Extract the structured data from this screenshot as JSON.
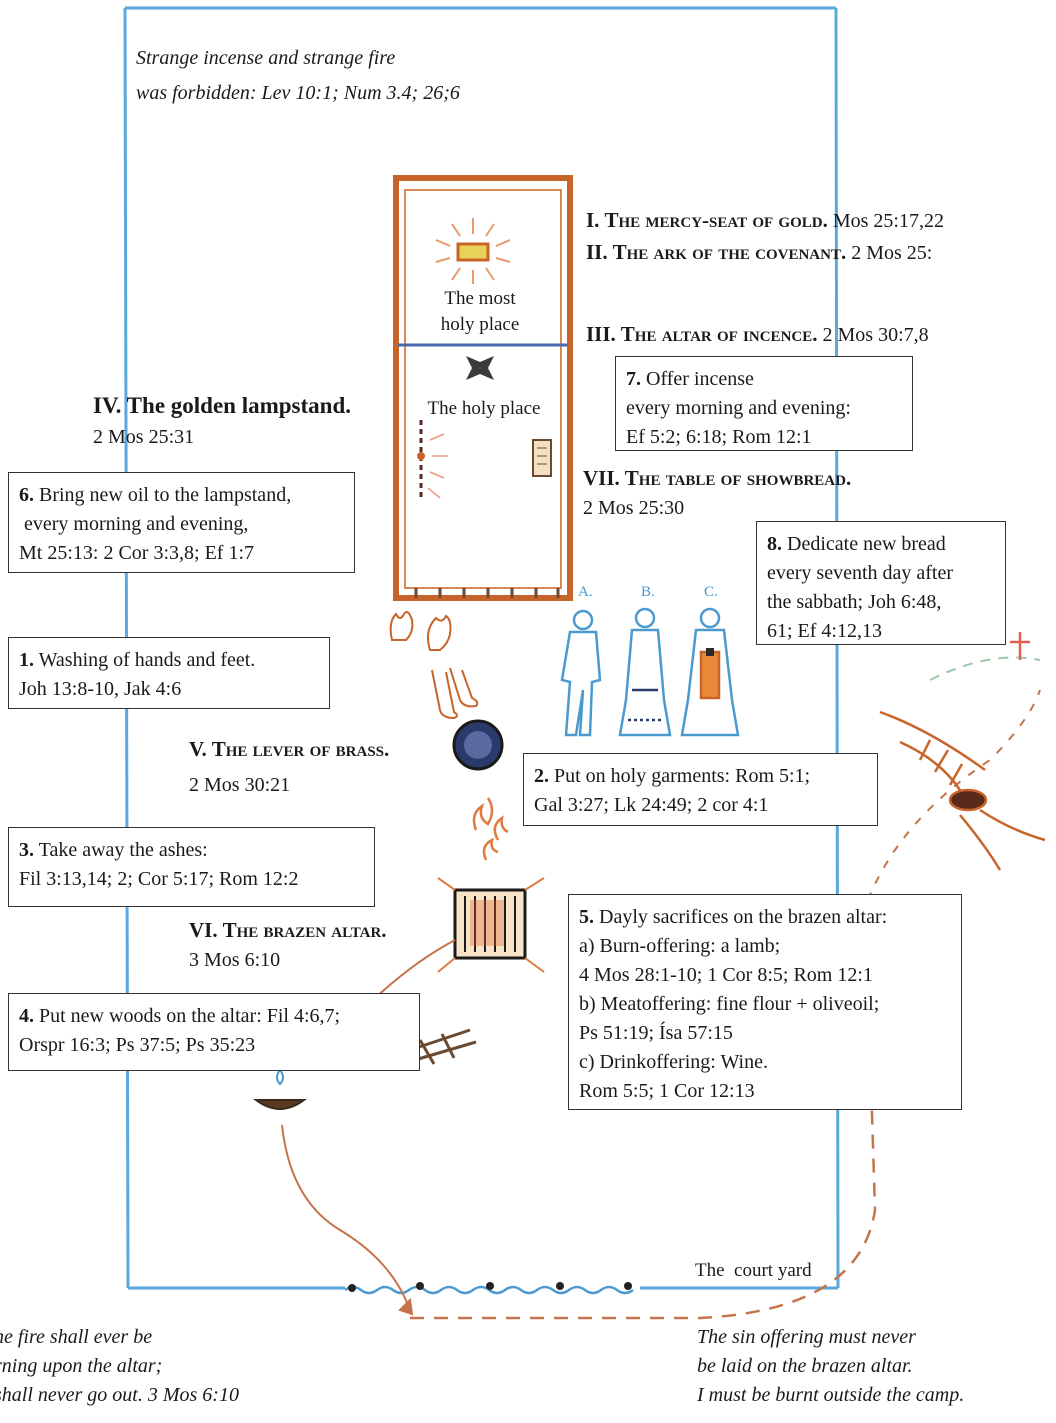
{
  "colors": {
    "wall": "#5aa9dc",
    "wood": "#c8642a",
    "ink": "#1a1a1a",
    "path": "#c4734a",
    "bluefig": "#4a9ad0"
  },
  "top_note": [
    "Strange incense and strange fire",
    "was forbidden: Lev 10:1; Num 3.4; 26;6"
  ],
  "holy": {
    "most_holy": [
      "The  most",
      "holy place"
    ],
    "holy_place": "The holy place",
    "court": "The  court yard"
  },
  "figure_labels": [
    "A.",
    "B.",
    "C."
  ],
  "items": {
    "i": {
      "num": "I.",
      "title": "The mercy-seat of gold.",
      "ref": " Mos 25:17,22"
    },
    "ii": {
      "num": "II.",
      "title": "The ark of the covenant.",
      "ref": " 2 Mos 25:"
    },
    "iii": {
      "num": "III.",
      "title": "The altar of incence.",
      "ref": "  2 Mos 30:7,8"
    },
    "iv": {
      "title": "IV. The golden lampstand.",
      "ref": "2 Mos 25:31"
    },
    "v": {
      "num": "V.",
      "title": "The lever of brass.",
      "ref": "2 Mos 30:21"
    },
    "vi": {
      "num": "VI.",
      "title": "The brazen altar.",
      "ref": "3 Mos 6:10"
    },
    "vii": {
      "num": "VII.",
      "title": "The table of showbread.",
      "ref": "2 Mos 25:30"
    }
  },
  "boxes": {
    "b1": {
      "num": "1.",
      "l1": " Washing of hands and feet.",
      "l2": "Joh 13:8-10, Jak 4:6"
    },
    "b2": {
      "num": "2.",
      "l1": " Put on holy garments: Rom 5:1;",
      "l2": "Gal 3:27; Lk 24:49; 2 cor 4:1"
    },
    "b3": {
      "num": "3.",
      "l1": " Take away the ashes:",
      "l2": "Fil 3:13,14; 2; Cor 5:17; Rom 12:2"
    },
    "b4": {
      "num": "4.",
      "l1": " Put new woods on the altar: Fil 4:6,7;",
      "l2": "Orspr 16:3; Ps 37:5; Ps 35:23"
    },
    "b5": {
      "num": "5.",
      "l1": " Dayly sacrifices on the brazen altar:",
      "l2": "a) Burn-offering: a lamb;",
      "l3": "4 Mos 28:1-10; 1 Cor 8:5; Rom 12:1",
      "l4": "b) Meatoffering: fine flour + oliveoil;",
      "l5": "Ps 51:19; Ísa 57:15",
      "l6": "c) Drinkoffering: Wine.",
      "l7": "Rom 5:5; 1 Cor 12:13"
    },
    "b6": {
      "num": "6.",
      "l1": " Bring new oil to the lampstand,",
      "l2": " every morning and evening,",
      "l3": "Mt 25:13: 2 Cor 3:3,8; Ef 1:7"
    },
    "b7": {
      "num": "7.",
      "l1": " Offer incense",
      "l2": "every morning and evening:",
      "l3": "Ef 5:2; 6:18; Rom 12:1"
    },
    "b8": {
      "num": "8.",
      "l1": " Dedicate new bread",
      "l2": "every seventh day after",
      "l3": "the sabbath; Joh 6:48,",
      "l4": "61; Ef 4:12,13"
    }
  },
  "bottom_left": [
    "he fire shall ever be",
    "rning upon the altar;",
    "shall never go out. 3 Mos 6:10"
  ],
  "bottom_right": [
    "The sin offering must never",
    "be laid on the brazen altar.",
    "I must be burnt outside the camp."
  ]
}
